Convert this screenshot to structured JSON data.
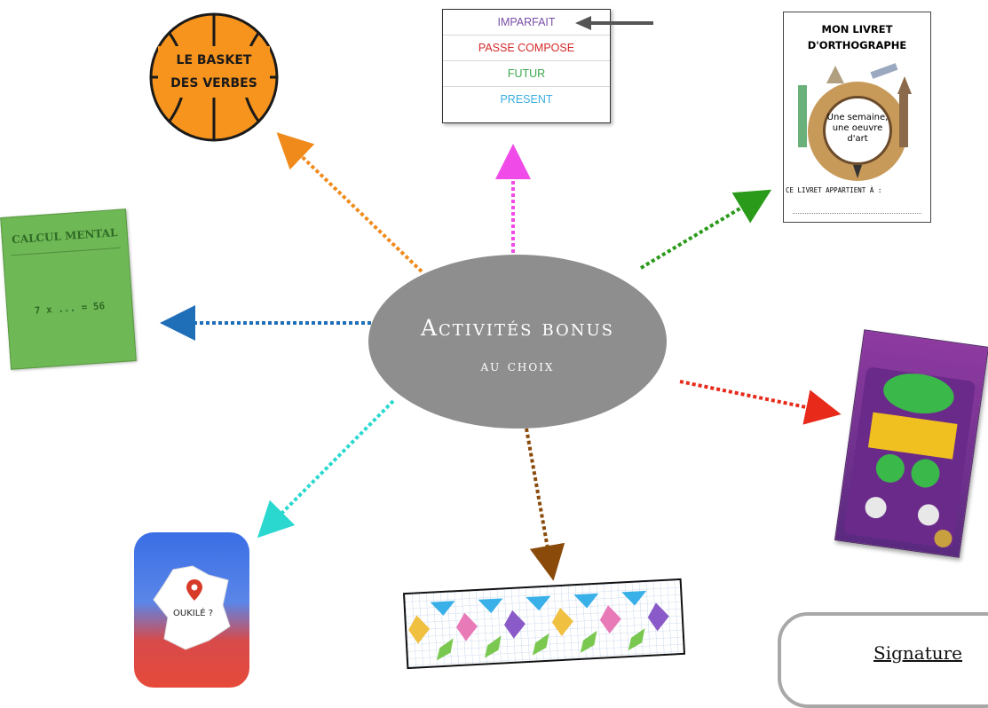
{
  "center": {
    "line1": "Activités bonus",
    "line2": "au choix"
  },
  "basket": {
    "line1": "LE BASKET",
    "line2": "DES VERBES"
  },
  "tenses": {
    "items": [
      {
        "label": "IMPARFAIT",
        "color": "#7a4fa8"
      },
      {
        "label": "PASSE COMPOSE",
        "color": "#d42a2a"
      },
      {
        "label": "FUTUR",
        "color": "#3aa84a"
      },
      {
        "label": "PRESENT",
        "color": "#3aaee0"
      }
    ]
  },
  "booklet": {
    "title_line1": "MON LIVRET",
    "title_line2": "D'ORTHOGRAPHE",
    "globe_text": "Une semaine, une oeuvre d'art",
    "owner_text": "CE LIVRET APPARTIENT À :"
  },
  "calcul": {
    "title": "CALCUL MENTAL",
    "expression": "7 x ... = 56"
  },
  "oukile": {
    "label": "OUKILÉ ?"
  },
  "signature": {
    "label": "Signature"
  },
  "arrow_colors": {
    "pink": "#f04ae8",
    "green": "#2a9a1a",
    "blue": "#1f6fb8",
    "orange": "#f08a1a",
    "red": "#e82a1a",
    "cyan": "#2ad8d0",
    "brown": "#8a4a0a"
  }
}
